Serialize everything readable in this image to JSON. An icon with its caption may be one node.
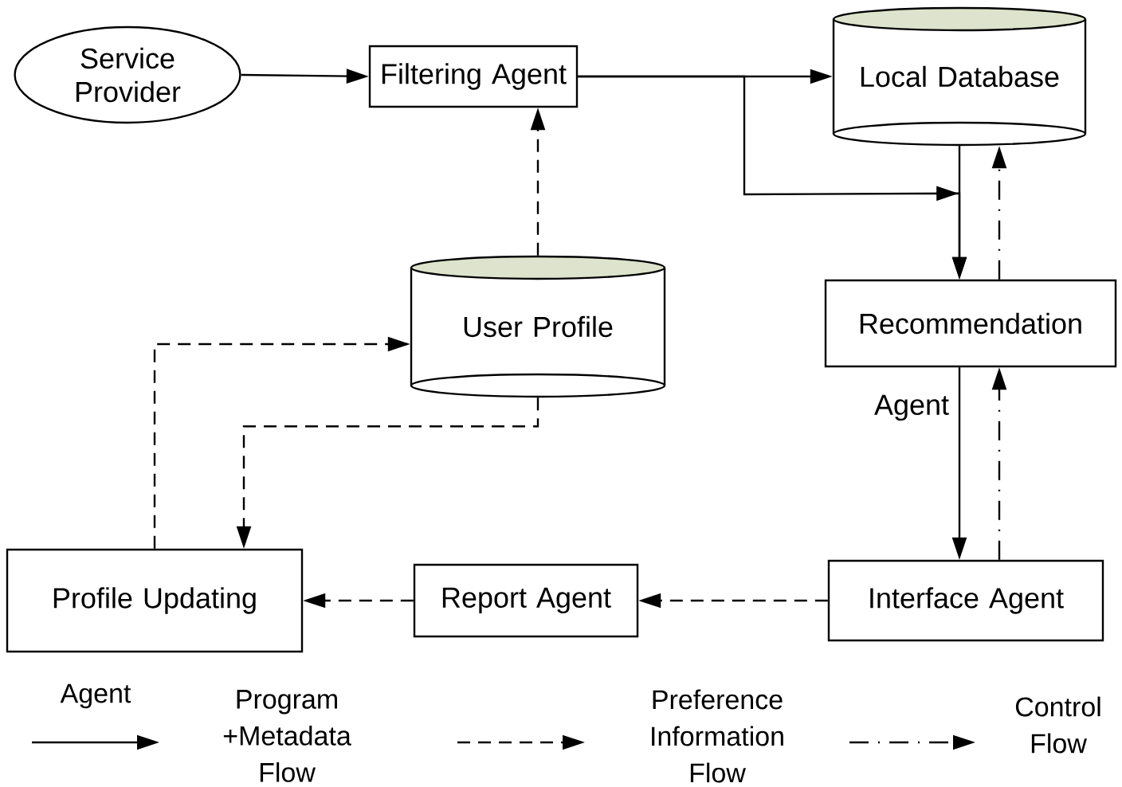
{
  "diagram": {
    "nodes": [
      {
        "text": [
          "Service Provider"
        ]
      },
      {
        "text": [
          "Filtering Agent"
        ]
      },
      {
        "text": [
          "Local Database"
        ]
      },
      {
        "text": [
          "User Profile"
        ]
      },
      {
        "text": [
          "Recommendation"
        ]
      },
      {
        "text": [
          "Profile Updating"
        ]
      },
      {
        "text": [
          "Report Agent"
        ]
      },
      {
        "text": [
          "Interface Agent"
        ]
      }
    ],
    "edges": [
      {
        "from": 0,
        "to": 1,
        "arrow": "to"
      },
      {
        "from": 1,
        "to": 2,
        "arrow": "to"
      },
      {
        "from": 1,
        "to": 4,
        "arrow": "to"
      },
      {
        "from": 2,
        "to": 4,
        "arrow": "to"
      },
      {
        "from": 4,
        "to": 2,
        "arrow": "to",
        "style": "dashed"
      },
      {
        "from": 3,
        "to": 1,
        "arrow": "to",
        "style": "dashed"
      },
      {
        "from": 5,
        "to": 3,
        "arrow": "to",
        "style": "dashed"
      },
      {
        "from": 3,
        "to": 5,
        "arrow": "to",
        "style": "dashed"
      },
      {
        "from": 4,
        "to": 7,
        "arrow": "to",
        "label": "Agent"
      },
      {
        "from": 7,
        "to": 4,
        "arrow": "to",
        "style": "dashed"
      },
      {
        "from": 7,
        "to": 6,
        "arrow": "to",
        "style": "dashed"
      },
      {
        "from": 6,
        "to": 5,
        "arrow": "to",
        "style": "dashed"
      }
    ],
    "labels": [
      "Agent"
    ],
    "legend": [
      {
        "text": "Program +Metadata Flow"
      },
      {
        "text": "Preference Information Flow"
      },
      {
        "text": "Control Flow"
      }
    ]
  }
}
